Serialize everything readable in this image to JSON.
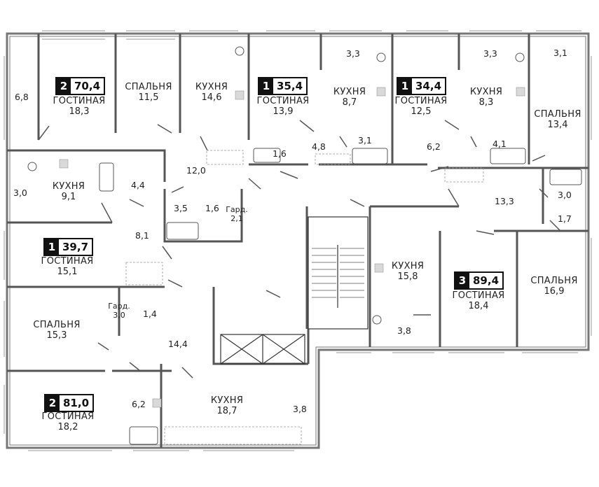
{
  "apartments": [
    {
      "id": "a1",
      "rooms": "2",
      "total": "70,4",
      "living_name": "ГОСТИНАЯ",
      "living_area": "18,3"
    },
    {
      "id": "a2",
      "rooms": "1",
      "total": "35,4",
      "living_name": "ГОСТИНАЯ",
      "living_area": "13,9"
    },
    {
      "id": "a3",
      "rooms": "1",
      "total": "34,4",
      "living_name": "ГОСТИНАЯ",
      "living_area": "12,5"
    },
    {
      "id": "a4",
      "rooms": "1",
      "total": "39,7",
      "living_name": "ГОСТИНАЯ",
      "living_area": "15,1"
    },
    {
      "id": "a5",
      "rooms": "3",
      "total": "89,4",
      "living_name": "ГОСТИНАЯ",
      "living_area": "18,4"
    },
    {
      "id": "a6",
      "rooms": "2",
      "total": "81,0",
      "living_name": "ГОСТИНАЯ",
      "living_area": "18,2"
    }
  ],
  "rooms": [
    {
      "name": "СПАЛЬНЯ",
      "area": "11,5"
    },
    {
      "name": "КУХНЯ",
      "area": "14,6"
    },
    {
      "name": "КУХНЯ",
      "area": "8,7"
    },
    {
      "name": "КУХНЯ",
      "area": "8,3"
    },
    {
      "name": "СПАЛЬНЯ",
      "area": "13,4"
    },
    {
      "name": "КУХНЯ",
      "area": "9,1"
    },
    {
      "name": "КУХНЯ",
      "area": "15,8"
    },
    {
      "name": "СПАЛЬНЯ",
      "area": "16,9"
    },
    {
      "name": "СПАЛЬНЯ",
      "area": "15,3"
    },
    {
      "name": "КУХНЯ",
      "area": "18,7"
    }
  ],
  "numbers": [
    "6,8",
    "3,3",
    "3,3",
    "3,1",
    "1,6",
    "4,8",
    "3,1",
    "6,2",
    "4,1",
    "12,0",
    "4,4",
    "3,0",
    "3,5",
    "1,6",
    "13,3",
    "3,0",
    "1,7",
    "8,1",
    "1,4",
    "14,4",
    "3,8",
    "6,2",
    "3,8"
  ],
  "wardrobes": [
    {
      "name": "Гард.",
      "area": "2,1"
    },
    {
      "name": "Гард.",
      "area": "3,0"
    }
  ]
}
